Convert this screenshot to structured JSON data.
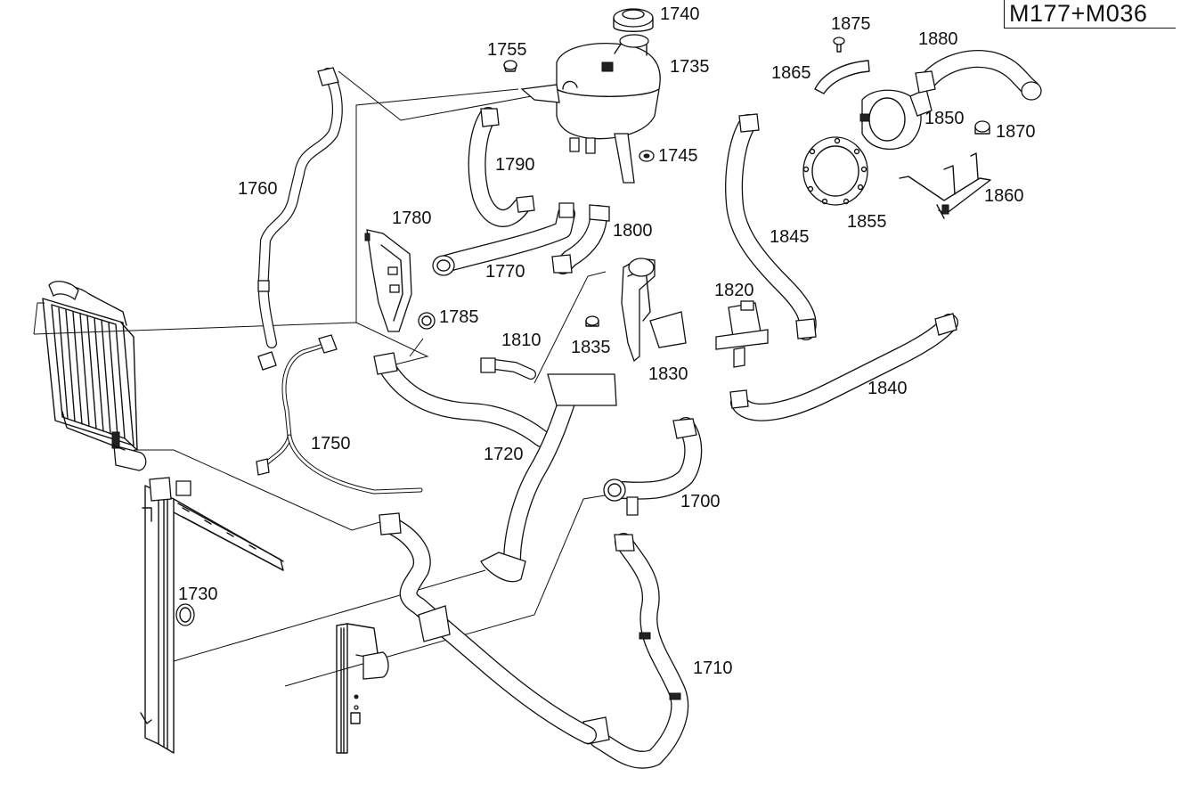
{
  "engine_badge": "M177+M036",
  "callouts": {
    "c1700": "1700",
    "c1710": "1710",
    "c1720": "1720",
    "c1730": "1730",
    "c1735": "1735",
    "c1740": "1740",
    "c1745": "1745",
    "c1750": "1750",
    "c1755": "1755",
    "c1760": "1760",
    "c1770": "1770",
    "c1780": "1780",
    "c1785": "1785",
    "c1790": "1790",
    "c1800": "1800",
    "c1810": "1810",
    "c1820": "1820",
    "c1830": "1830",
    "c1835": "1835",
    "c1840": "1840",
    "c1845": "1845",
    "c1850": "1850",
    "c1855": "1855",
    "c1860": "1860",
    "c1865": "1865",
    "c1870": "1870",
    "c1875": "1875",
    "c1880": "1880"
  }
}
